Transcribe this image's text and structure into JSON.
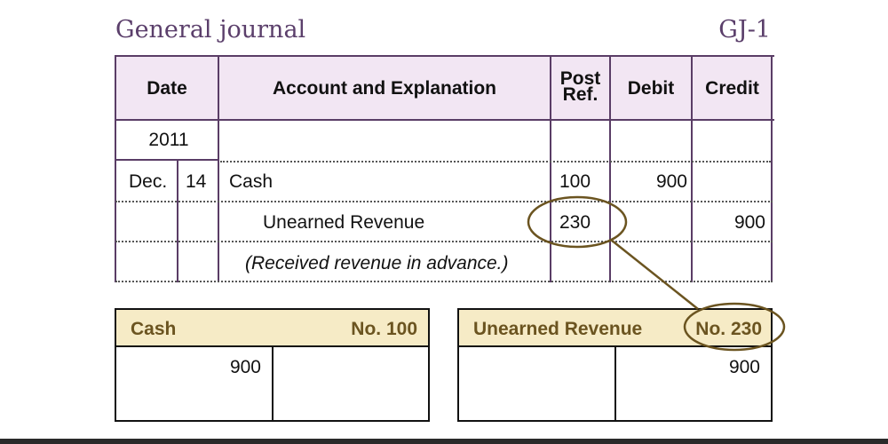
{
  "title": "General journal",
  "page_ref": "GJ-1",
  "headers": {
    "date": "Date",
    "account": "Account and Explanation",
    "post_ref_1": "Post",
    "post_ref_2": "Ref.",
    "debit": "Debit",
    "credit": "Credit"
  },
  "year": "2011",
  "entries": [
    {
      "month": "Dec.",
      "day": "14",
      "account": "Cash",
      "post_ref": "100",
      "debit": "900",
      "credit": ""
    },
    {
      "account": "Unearned Revenue",
      "post_ref": "230",
      "debit": "",
      "credit": "900"
    }
  ],
  "explanation": "(Received revenue in advance.)",
  "ledgers": [
    {
      "name": "Cash",
      "number": "No. 100",
      "debit": "900",
      "credit": ""
    },
    {
      "name": "Unearned Revenue",
      "number": "No. 230",
      "debit": "",
      "credit": "900"
    }
  ],
  "colors": {
    "journal_border": "#5a3d66",
    "journal_header": "#f2e6f3",
    "ledger_header": "#f6ebc6",
    "highlight": "#6b5420"
  }
}
